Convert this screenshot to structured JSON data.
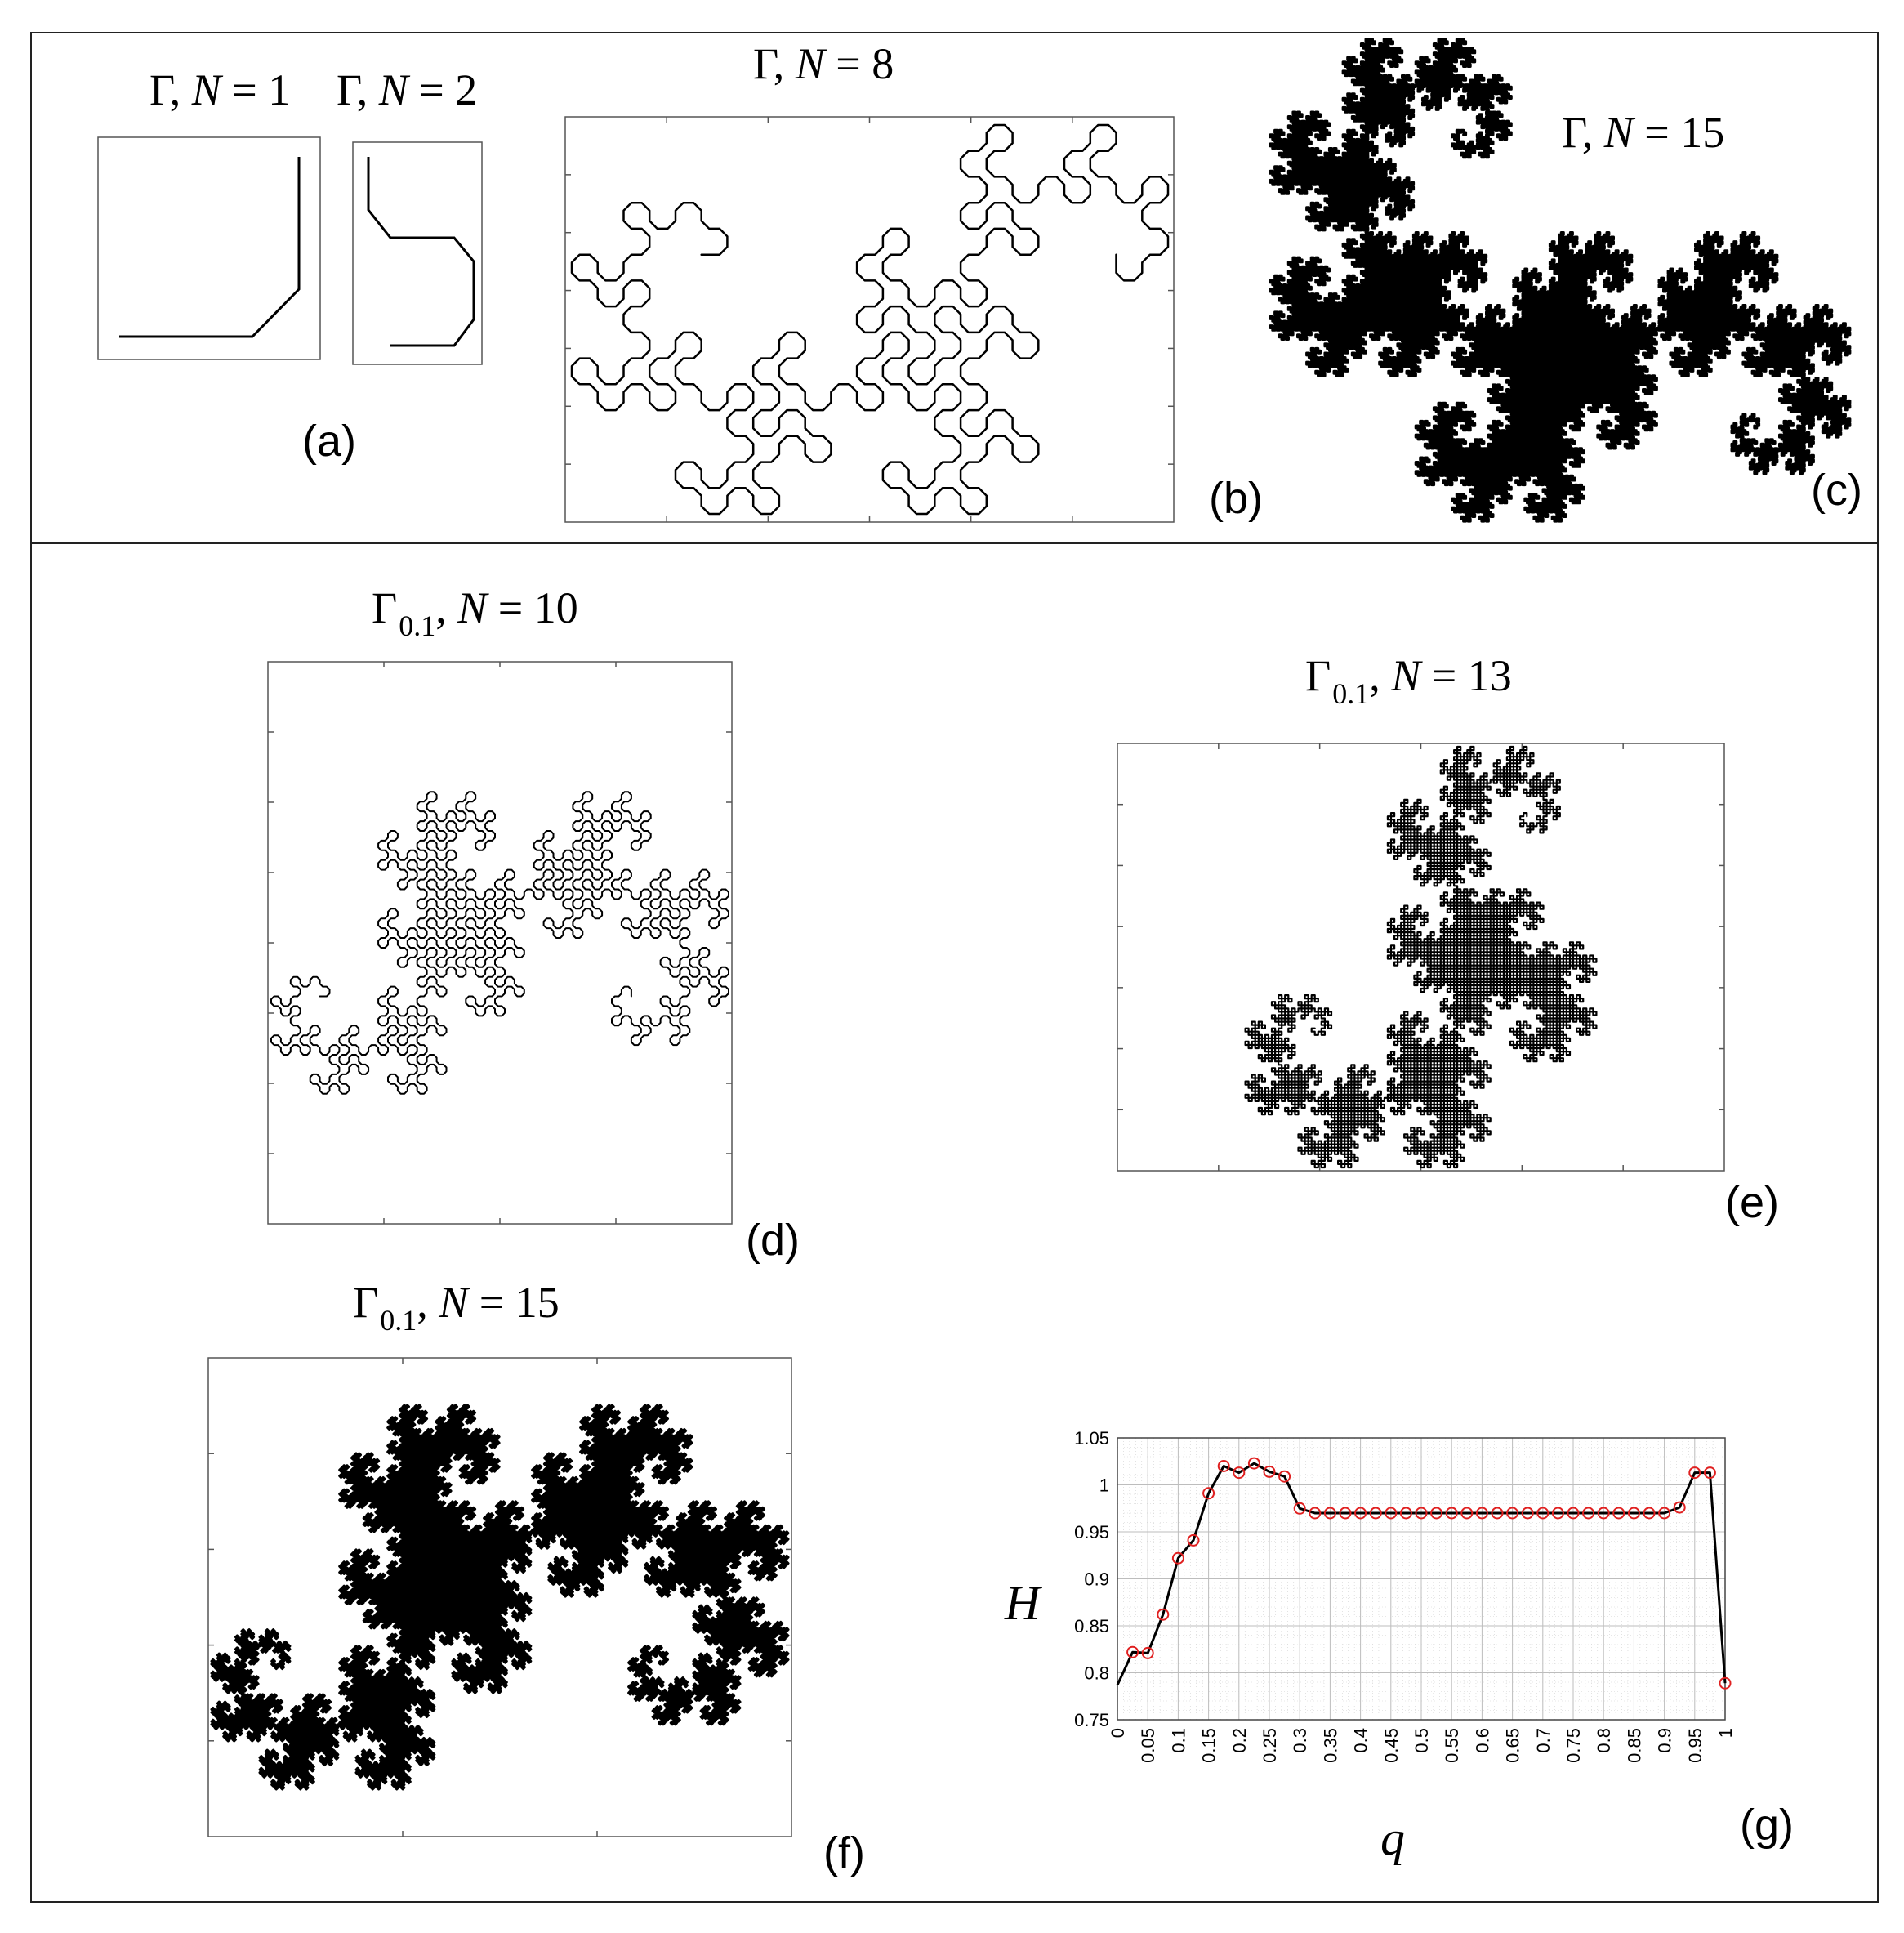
{
  "panels": {
    "a": {
      "label": "(a)",
      "left_title": {
        "symbol": "Γ",
        "sub": "",
        "n_label": "N",
        "n_value": "1"
      },
      "right_title": {
        "symbol": "Γ",
        "sub": "",
        "n_label": "N",
        "n_value": "2"
      }
    },
    "b": {
      "label": "(b)",
      "title": {
        "symbol": "Γ",
        "sub": "",
        "n_label": "N",
        "n_value": "8"
      }
    },
    "c": {
      "label": "(c)",
      "title": {
        "symbol": "Γ",
        "sub": "",
        "n_label": "N",
        "n_value": "15"
      }
    },
    "d": {
      "label": "(d)",
      "title": {
        "symbol": "Γ",
        "sub": "0.1",
        "n_label": "N",
        "n_value": "10"
      }
    },
    "e": {
      "label": "(e)",
      "title": {
        "symbol": "Γ",
        "sub": "0.1",
        "n_label": "N",
        "n_value": "13"
      }
    },
    "f": {
      "label": "(f)",
      "title": {
        "symbol": "Γ",
        "sub": "0.1",
        "n_label": "N",
        "n_value": "15"
      }
    },
    "g": {
      "label": "(g)"
    }
  },
  "chart_data": {
    "type": "line",
    "xlabel": "q",
    "ylabel": "H",
    "xlim": [
      0,
      1
    ],
    "ylim": [
      0.75,
      1.05
    ],
    "x_ticks": [
      "0",
      "0.05",
      "0.1",
      "0.15",
      "0.2",
      "0.25",
      "0.3",
      "0.35",
      "0.4",
      "0.45",
      "0.5",
      "0.55",
      "0.6",
      "0.65",
      "0.7",
      "0.75",
      "0.8",
      "0.85",
      "0.9",
      "0.95",
      "1"
    ],
    "y_ticks": [
      "0.75",
      "0.8",
      "0.85",
      "0.9",
      "0.95",
      "1",
      "1.05"
    ],
    "grid": true,
    "line_color": "#000000",
    "marker_color": "#e02020",
    "x": [
      0,
      0.025,
      0.05,
      0.075,
      0.1,
      0.125,
      0.15,
      0.175,
      0.2,
      0.225,
      0.25,
      0.275,
      0.3,
      0.325,
      0.35,
      0.375,
      0.4,
      0.425,
      0.45,
      0.475,
      0.5,
      0.525,
      0.55,
      0.575,
      0.6,
      0.625,
      0.65,
      0.675,
      0.7,
      0.725,
      0.75,
      0.775,
      0.8,
      0.825,
      0.85,
      0.875,
      0.9,
      0.925,
      0.95,
      0.975,
      1
    ],
    "y": [
      0.787,
      0.822,
      0.821,
      0.862,
      0.922,
      0.941,
      0.991,
      1.02,
      1.013,
      1.023,
      1.014,
      1.009,
      0.975,
      0.97,
      0.97,
      0.97,
      0.97,
      0.97,
      0.97,
      0.97,
      0.97,
      0.97,
      0.97,
      0.97,
      0.97,
      0.97,
      0.97,
      0.97,
      0.97,
      0.97,
      0.97,
      0.97,
      0.97,
      0.97,
      0.97,
      0.97,
      0.97,
      0.976,
      1.013,
      1.013,
      0.789
    ]
  }
}
